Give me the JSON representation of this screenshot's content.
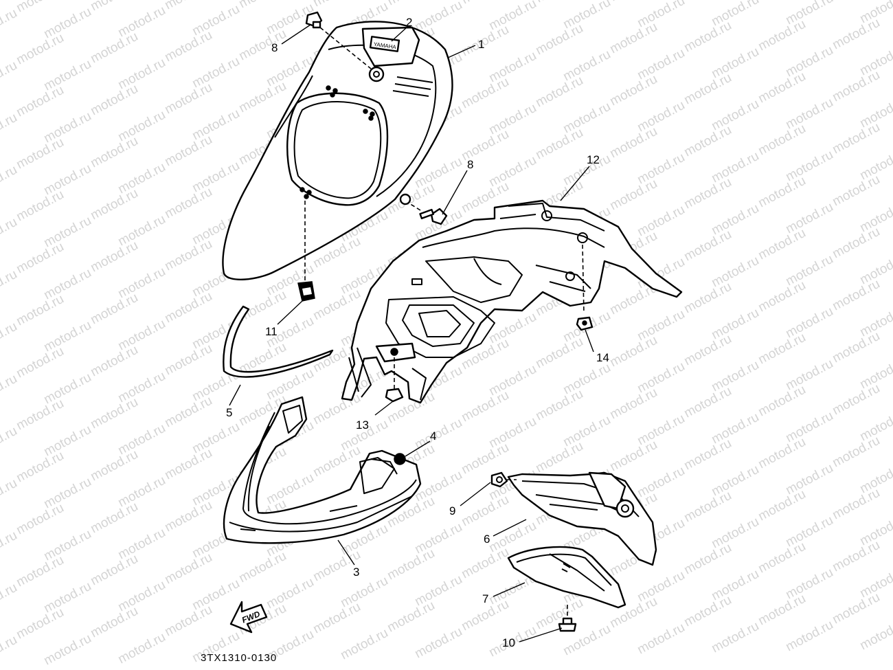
{
  "watermark": "motod.ru",
  "diagram_code": "3TX1310-0130",
  "fwd_arrow_text": "FWD",
  "brand_badge_text": "YAMAHA",
  "callouts": [
    {
      "id": "1",
      "label": "1"
    },
    {
      "id": "2",
      "label": "2"
    },
    {
      "id": "3",
      "label": "3"
    },
    {
      "id": "4",
      "label": "4"
    },
    {
      "id": "5",
      "label": "5"
    },
    {
      "id": "6",
      "label": "6"
    },
    {
      "id": "7",
      "label": "7"
    },
    {
      "id": "8a",
      "label": "8"
    },
    {
      "id": "8b",
      "label": "8"
    },
    {
      "id": "9",
      "label": "9"
    },
    {
      "id": "10",
      "label": "10"
    },
    {
      "id": "11",
      "label": "11"
    },
    {
      "id": "12",
      "label": "12"
    },
    {
      "id": "13",
      "label": "13"
    },
    {
      "id": "14",
      "label": "14"
    }
  ]
}
